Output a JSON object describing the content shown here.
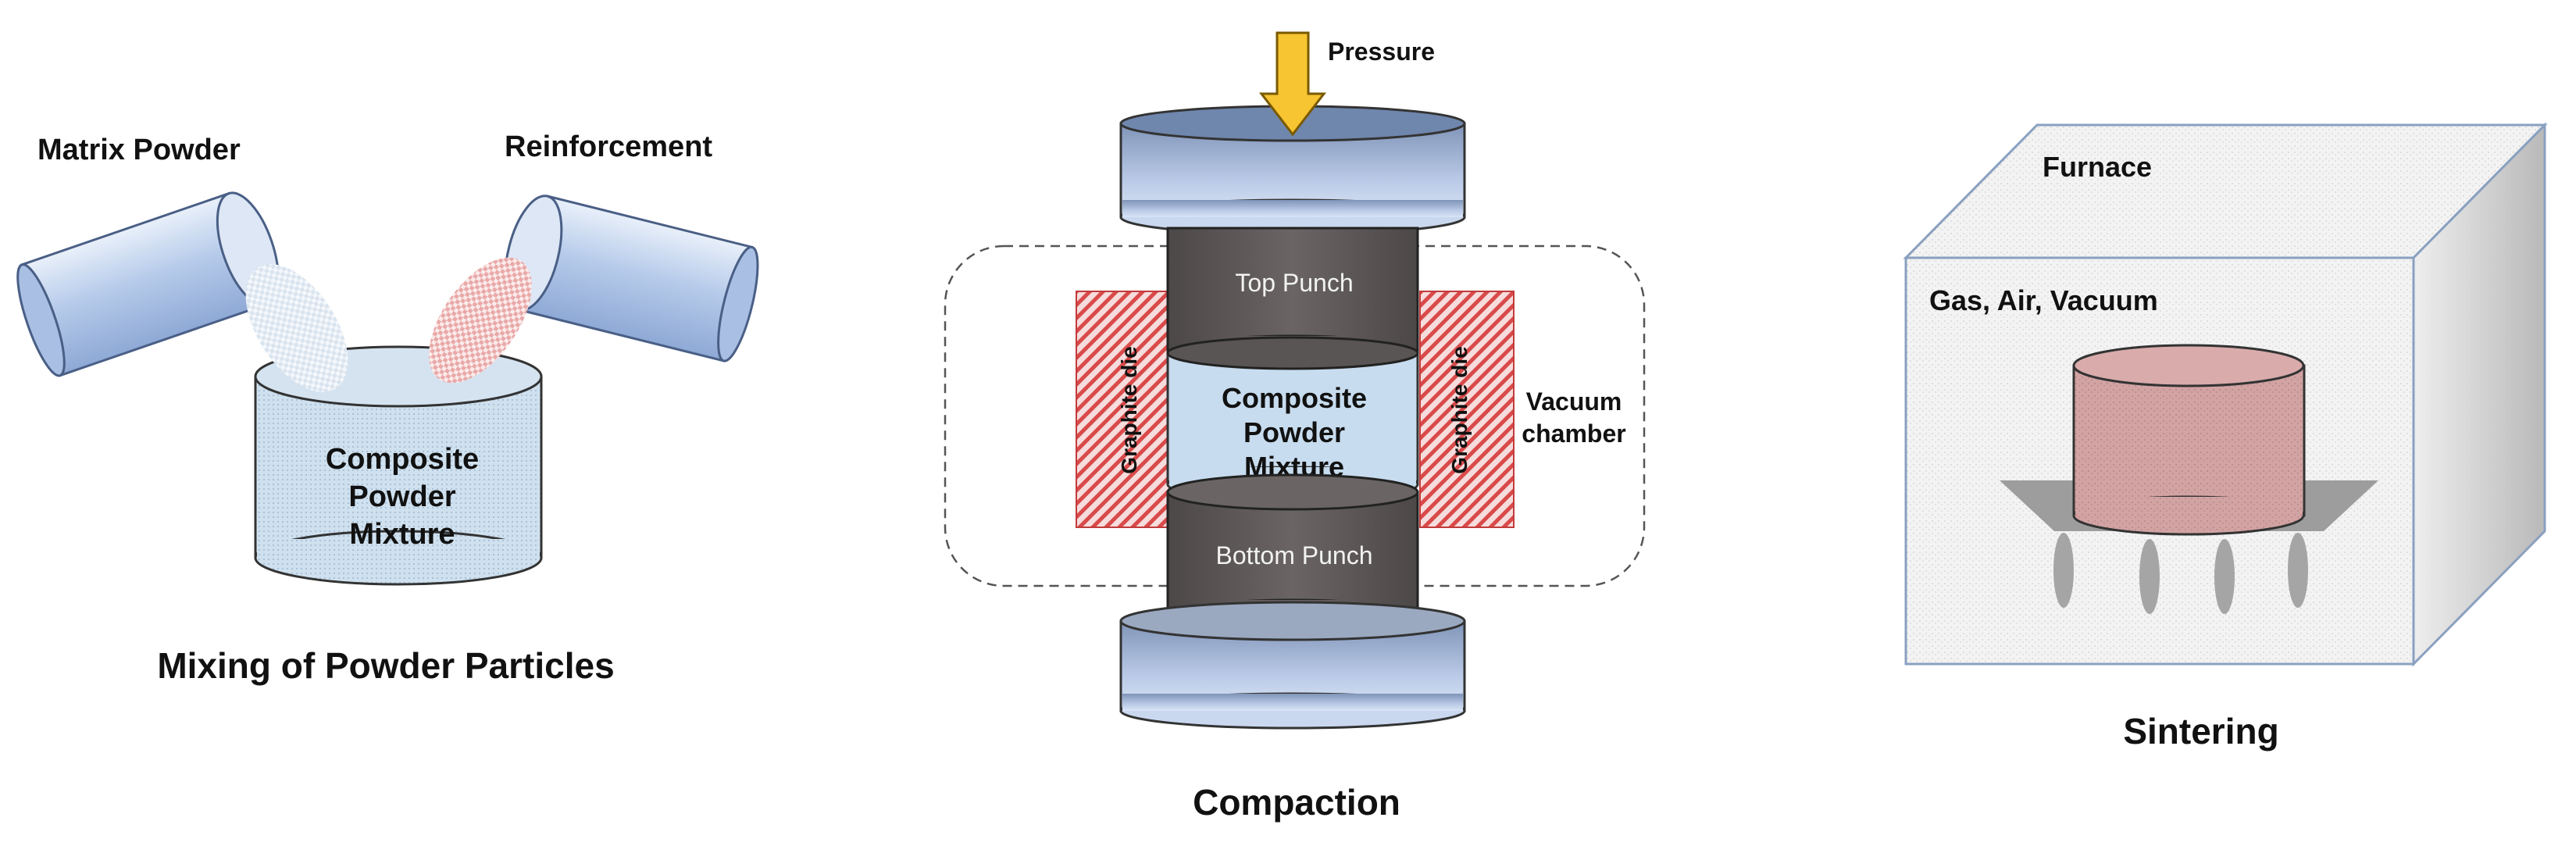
{
  "mixing": {
    "matrix_label": "Matrix Powder",
    "reinforcement_label": "Reinforcement",
    "container_line1": "Composite",
    "container_line2": "Powder",
    "container_line3": "Mixture",
    "caption": "Mixing of Powder Particles"
  },
  "compaction": {
    "pressure_label": "Pressure",
    "top_punch": "Top Punch",
    "bottom_punch": "Bottom Punch",
    "die_left": "Graphite die",
    "die_right": "Graphite die",
    "mixture_line1": "Composite",
    "mixture_line2": "Powder",
    "mixture_line3": "Mixture",
    "vacuum_line1": "Vacuum",
    "vacuum_line2": "chamber",
    "caption": "Compaction"
  },
  "sintering": {
    "furnace_label": "Furnace",
    "atmosphere_label": "Gas, Air, Vacuum",
    "caption": "Sintering"
  },
  "colors": {
    "tube_blue": "#b9cdea",
    "powder_blue": "#cfe0ee",
    "reinforcement_red": "#e7b4b4",
    "punch_gray": "#5f5a5a",
    "die_red": "#d94a4a",
    "pressure_yellow": "#f7c531",
    "sample_red": "#c99595"
  }
}
